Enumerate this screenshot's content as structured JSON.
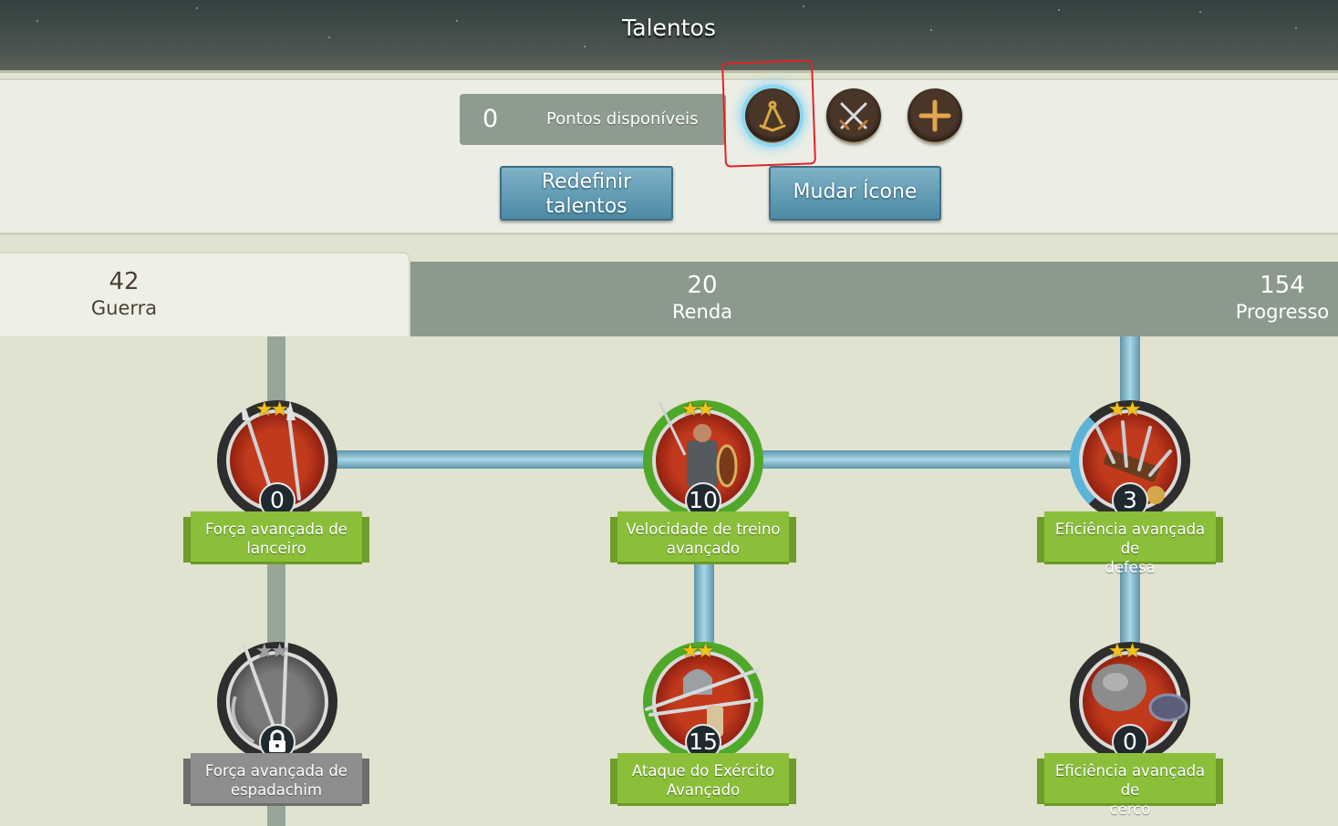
{
  "header": {
    "title": "Talentos"
  },
  "top": {
    "points_value": "0",
    "points_label": "Pontos disponíveis",
    "icon_buttons": [
      {
        "icon": "compass-icon",
        "selected": true
      },
      {
        "icon": "crossed-swords-icon",
        "selected": false
      },
      {
        "icon": "plus-icon",
        "selected": false
      }
    ],
    "reset_line1": "Redefinir",
    "reset_line2": "talentos",
    "change_icon": "Mudar Ícone"
  },
  "tabs": [
    {
      "count": "42",
      "label": "Guerra",
      "active": true
    },
    {
      "count": "20",
      "label": "Renda",
      "active": false
    },
    {
      "count": "154",
      "label": "Progresso",
      "active": false
    }
  ],
  "talents": [
    {
      "level": "0",
      "line1": "Força avançada de",
      "line2": "lanceiro",
      "stars": 2,
      "locked": false
    },
    {
      "level": "10",
      "line1": "Velocidade de treino",
      "line2": "avançado",
      "stars": 2,
      "locked": false
    },
    {
      "level": "3",
      "line1": "Eficiência avançada de",
      "line2": "defesa",
      "stars": 2,
      "locked": false
    },
    {
      "level": "",
      "line1": "Força avançada de",
      "line2": "espadachim",
      "stars": 2,
      "locked": true
    },
    {
      "level": "15",
      "line1": "Ataque do Exército",
      "line2": "Avançado",
      "stars": 2,
      "locked": false
    },
    {
      "level": "0",
      "line1": "Eficiência avançada de",
      "line2": "cerco",
      "stars": 2,
      "locked": false
    }
  ],
  "colors": {
    "accent_blue": "#5a98b2",
    "banner_green": "#8bbf3a",
    "selected_glow": "#8fd6f2",
    "annotation_red": "#e0242a"
  }
}
